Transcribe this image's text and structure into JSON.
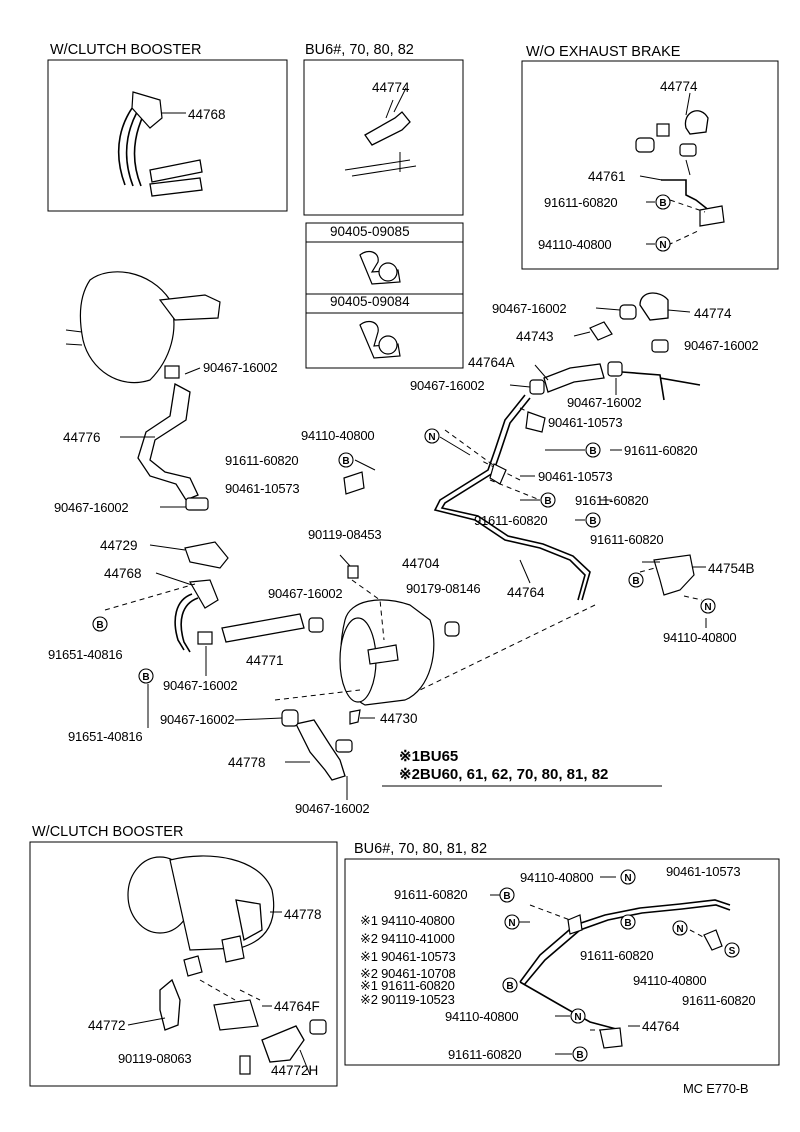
{
  "section_headers": {
    "top_left": "W/CLUTCH BOOSTER",
    "top_mid": "BU6#, 70, 80, 82",
    "top_right": "W/O EXHAUST BRAKE",
    "bottom_left": "W/CLUTCH BOOSTER",
    "bottom_right": "BU6#, 70, 80, 81, 82"
  },
  "notes": {
    "note1": "※1BU65",
    "note2": "※2BU60, 61, 62, 70, 80, 81, 82"
  },
  "variant_box": {
    "upper": "90405-09085",
    "lower": "90405-09084"
  },
  "symbols": {
    "B": "B",
    "N": "N",
    "S": "S"
  },
  "labels": {
    "p44768_a": "44768",
    "p44774_a": "44774",
    "p44774_b": "44774",
    "p44761": "44761",
    "p91611_60820_a": "91611-60820",
    "p94110_40800_a": "94110-40800",
    "p90467_16002_a": "90467-16002",
    "p44774_c": "44774",
    "p44743": "44743",
    "p90467_16002_b": "90467-16002",
    "p44764A": "44764A",
    "p90467_16002_c": "90467-16002",
    "p90467_16002_d": "90467-16002",
    "p90467_16002_e": "90467-16002",
    "p44776": "44776",
    "p94110_40800_b": "94110-40800",
    "p90461_10573_a": "90461-10573",
    "p91611_60820_b": "91611-60820",
    "p91611_60820_c": "91611-60820",
    "p90461_10573_b": "90461-10573",
    "p90461_10573_c": "90461-10573",
    "p91611_60820_d": "91611-60820",
    "p90467_16002_f": "90467-16002",
    "p91611_60820_e": "91611-60820",
    "p90119_08453": "90119-08453",
    "p44729": "44729",
    "p44704": "44704",
    "p91611_60820_f": "91611-60820",
    "p44768_b": "44768",
    "p90467_16002_g": "90467-16002",
    "p90179_08146": "90179-08146",
    "p44764_a": "44764",
    "p44754B": "44754B",
    "p94110_40800_c": "94110-40800",
    "p91651_40816_a": "91651-40816",
    "p44771": "44771",
    "p90467_16002_h": "90467-16002",
    "p91651_40816_b": "91651-40816",
    "p90467_16002_i": "90467-16002",
    "p44730": "44730",
    "p44778_a": "44778",
    "p90467_16002_j": "90467-16002",
    "p44778_b": "44778",
    "p44772": "44772",
    "p44764F": "44764F",
    "p90119_08063": "90119-08063",
    "p44772H": "44772H",
    "p91611_60820_g": "91611-60820",
    "p94110_40800_d": "94110-40800",
    "p90461_10573_d": "90461-10573",
    "m1_94110_40800": "※1  94110-40800",
    "m2_94110_41000": "※2  94110-41000",
    "m1_90461_10573": "※1  90461-10573",
    "m2_90461_10708": "※2  90461-10708",
    "m1_91611_60820": "※1  91611-60820",
    "m2_90119_10523": "※2  90119-10523",
    "p94110_40800_e": "94110-40800",
    "p91611_60820_h": "91611-60820",
    "p94110_40800_f": "94110-40800",
    "p91611_60820_i": "91611-60820",
    "p44764_b": "44764",
    "p91611_60820_j": "91611-60820",
    "ref_code": "MC E770-B"
  }
}
